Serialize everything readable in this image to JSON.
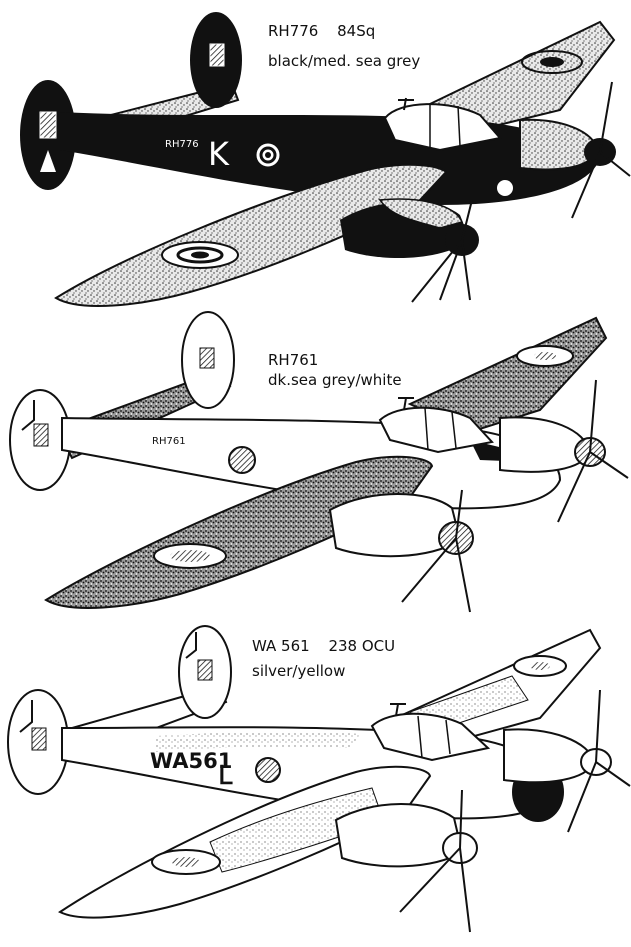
{
  "aircraft": [
    {
      "registration": "RH776",
      "unit": "84Sq",
      "scheme": "black/med. sea grey",
      "fuselage_serial": "RH776",
      "code_letter": "K"
    },
    {
      "registration": "RH761",
      "unit": "",
      "scheme": "dk.sea grey/white",
      "fuselage_serial": "RH761"
    },
    {
      "registration": "WA 561",
      "unit": "238 OCU",
      "scheme": "silver/yellow",
      "fuselage_serial": "WA561",
      "code_letter": "L"
    }
  ],
  "colors": {
    "ink": "#111111",
    "paper": "#ffffff",
    "stipple_light": "#dcdcdc",
    "stipple_dark": "#8a8a8a"
  }
}
